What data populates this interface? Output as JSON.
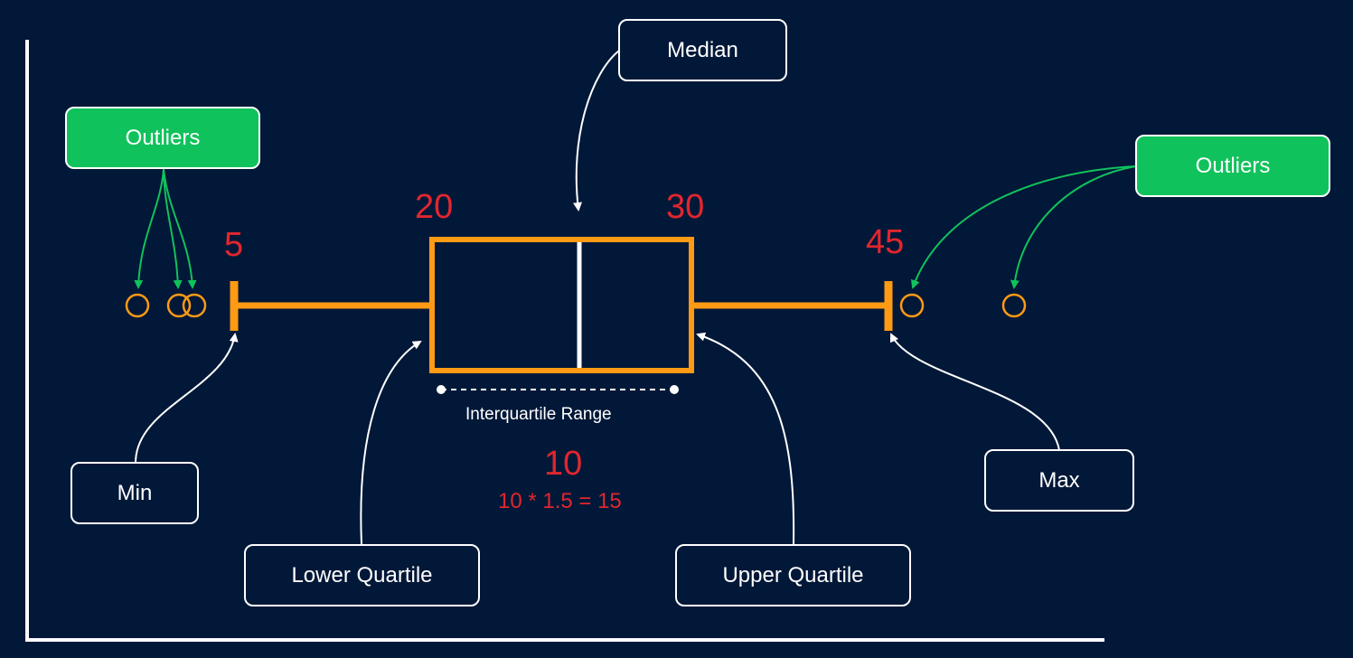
{
  "colors": {
    "background": "#021838",
    "box": "#ff9a14",
    "value_text": "#e2262e",
    "outlier_arrow": "#10c25c",
    "callout_arrow": "#ffffff"
  },
  "labels": {
    "median": "Median",
    "outliers_left": "Outliers",
    "outliers_right": "Outliers",
    "min": "Min",
    "max": "Max",
    "lower_quartile": "Lower Quartile",
    "upper_quartile": "Upper Quartile",
    "interquartile_range": "Interquartile Range"
  },
  "values": {
    "min": "5",
    "q1": "20",
    "q3": "30",
    "max": "45",
    "iqr": "10",
    "calc": "10 * 1.5 = 15"
  }
}
